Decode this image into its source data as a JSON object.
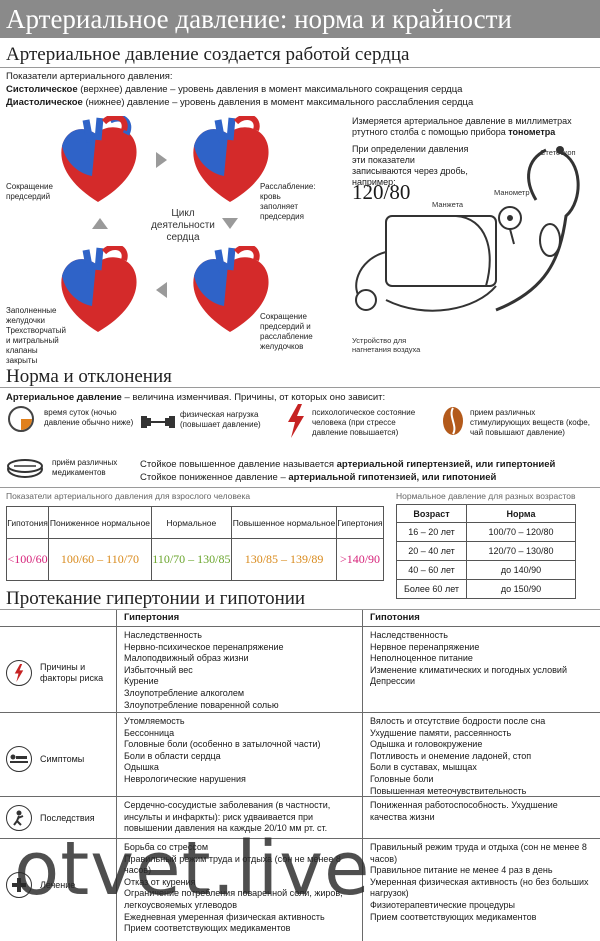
{
  "title": "Артериальное давление: норма и крайности",
  "section1": {
    "heading": "Артериальное давление создается работой сердца",
    "intro_heading": "Показатели артериального давления:",
    "systolic_term": "Систолическое",
    "systolic_text": " (верхнее) давление – уровень давления в момент максимального сокращения сердца",
    "diastolic_term": "Диастолическое",
    "diastolic_text": " (нижнее) давление – уровень давления в момент максимального расслабления сердца",
    "heart_captions": {
      "top_left": "Сокращение предсердий",
      "top_right": "Расслабление: кровь заполняет предсердия",
      "bottom_left": "Заполненные желудочки Трехстворчатый и митральный клапаны закрыты",
      "bottom_right": "Сокращение предсердий и расслабление желудочков"
    },
    "cycle_label": "Цикл деятельности сердца",
    "measure_text_1": "Измеряется артериальное давление в миллиметрах ртутного столба с помощью прибора ",
    "measure_text_bold": "тонометра",
    "measure_text_2": "При определении давления эти показатели записываются через дробь, например:",
    "example_value": "120/80",
    "device_labels": {
      "stethoscope": "Стетоскоп",
      "manometer": "Манометр",
      "cuff": "Манжета",
      "pump": "Устройство для нагнетания воздуха"
    }
  },
  "section2": {
    "heading": "Норма и отклонения",
    "variable_term": "Артериальное давление",
    "variable_text": " – величина изменчивая. Причины, от которых оно зависит:",
    "factors": [
      {
        "icon": "clock-icon",
        "text": "время суток (ночью давление обычно ниже)"
      },
      {
        "icon": "dumbbell-icon",
        "text": "физическая нагрузка (повышает давление)"
      },
      {
        "icon": "lightning-icon",
        "text": "психологическое состояние человека (при стрессе давление повышается)"
      },
      {
        "icon": "coffee-bean-icon",
        "text": "прием различных стимулирующих веществ (кофе, чай повышают давление)"
      },
      {
        "icon": "pill-icon",
        "text": "приём различных медикаментов"
      }
    ],
    "hyper_sentence_1": "Стойкое повышенное давление называется ",
    "hyper_sentence_bold": "артериальной гипертензией, или гипертонией",
    "hypo_sentence_1": "Стойкое пониженное давление – ",
    "hypo_sentence_bold": "артериальной гипотензией, или гипотонией"
  },
  "adult_table": {
    "caption": "Показатели артериального давления для взрослого человека",
    "headers": [
      "Гипотония",
      "Пониженное нормальное",
      "Нормальное",
      "Повышенное нормальное",
      "Гипертония"
    ],
    "values": [
      "<100/60",
      "100/60 – 110/70",
      "110/70 – 130/85",
      "130/85 – 139/89",
      ">140/90"
    ],
    "value_colors": [
      "#d6237a",
      "#d98a1c",
      "#6aa52c",
      "#d98a1c",
      "#d6237a"
    ]
  },
  "age_table": {
    "caption": "Нормальное давление для разных возрастов",
    "headers": [
      "Возраст",
      "Норма"
    ],
    "rows": [
      [
        "16 – 20 лет",
        "100/70 – 120/80"
      ],
      [
        "20 – 40 лет",
        "120/70 – 130/80"
      ],
      [
        "40 – 60 лет",
        "до 140/90"
      ],
      [
        "Более 60 лет",
        "до 150/90"
      ]
    ]
  },
  "section3": {
    "heading": "Протекание гипертонии и гипотонии",
    "col_hyper": "Гипертония",
    "col_hypo": "Гипотония",
    "rows": [
      {
        "label": "Причины и факторы риска",
        "icon": "lightning-icon",
        "hyper": [
          "Наследственность",
          "Нервно-психическое перенапряжение",
          "Малоподвижный образ жизни",
          "Избыточный вес",
          "Курение",
          "Злоупотребление алкоголем",
          "Злоупотребление поваренной солью"
        ],
        "hypo": [
          "Наследственность",
          "Нервное перенапряжение",
          "Неполноценное питание",
          "Изменение климатических и погодных условий",
          "Депрессии"
        ]
      },
      {
        "label": "Симптомы",
        "icon": "person-lying-icon",
        "hyper": [
          "Утомляемость",
          "Бессонница",
          "Головные боли (особенно в затылочной части)",
          "Боли в области сердца",
          "Одышка",
          "Неврологические нарушения"
        ],
        "hypo": [
          "Вялость и отсутствие бодрости после сна",
          "Ухудшение памяти, рассеянность",
          "Одышка и головокружение",
          "Потливость и онемение ладоней, стоп",
          "Боли в суставах, мышцах",
          "Головные боли",
          "Повышенная метеочувствительность"
        ]
      },
      {
        "label": "Последствия",
        "icon": "falling-person-icon",
        "hyper": [
          "Сердечно-сосудистые заболевания (в частности, инсульты и инфаркты): риск удваивается при повышении давления на каждые 20/10 мм рт. ст."
        ],
        "hypo": [
          "Пониженная работоспособность. Ухудшение качества жизни"
        ]
      },
      {
        "label": "Лечение",
        "icon": "medicine-icon",
        "hyper": [
          "Борьба со стрессом",
          "Правильный режим труда и отдыха (сон не менее 8 часов)",
          "Отказ от курения",
          "Ограничение потребления поваренной соли, жиров, легкоусвояемых углеводов",
          "Ежедневная умеренная физическая активность",
          "Прием соответствующих медикаментов"
        ],
        "hypo": [
          "Правильный режим труда и отдыха (сон не менее 8 часов)",
          "Правильное питание не менее 4 раз в день",
          "Умеренная физическая активность (но без больших нагрузок)",
          "Физиотерапевтические процедуры",
          "Прием соответствующих медикаментов"
        ]
      }
    ]
  },
  "watermark": "otvet.live",
  "colors": {
    "title_bg": "#8a8a8a",
    "artery_red": "#d42a2a",
    "vein_blue": "#2f63c8"
  }
}
